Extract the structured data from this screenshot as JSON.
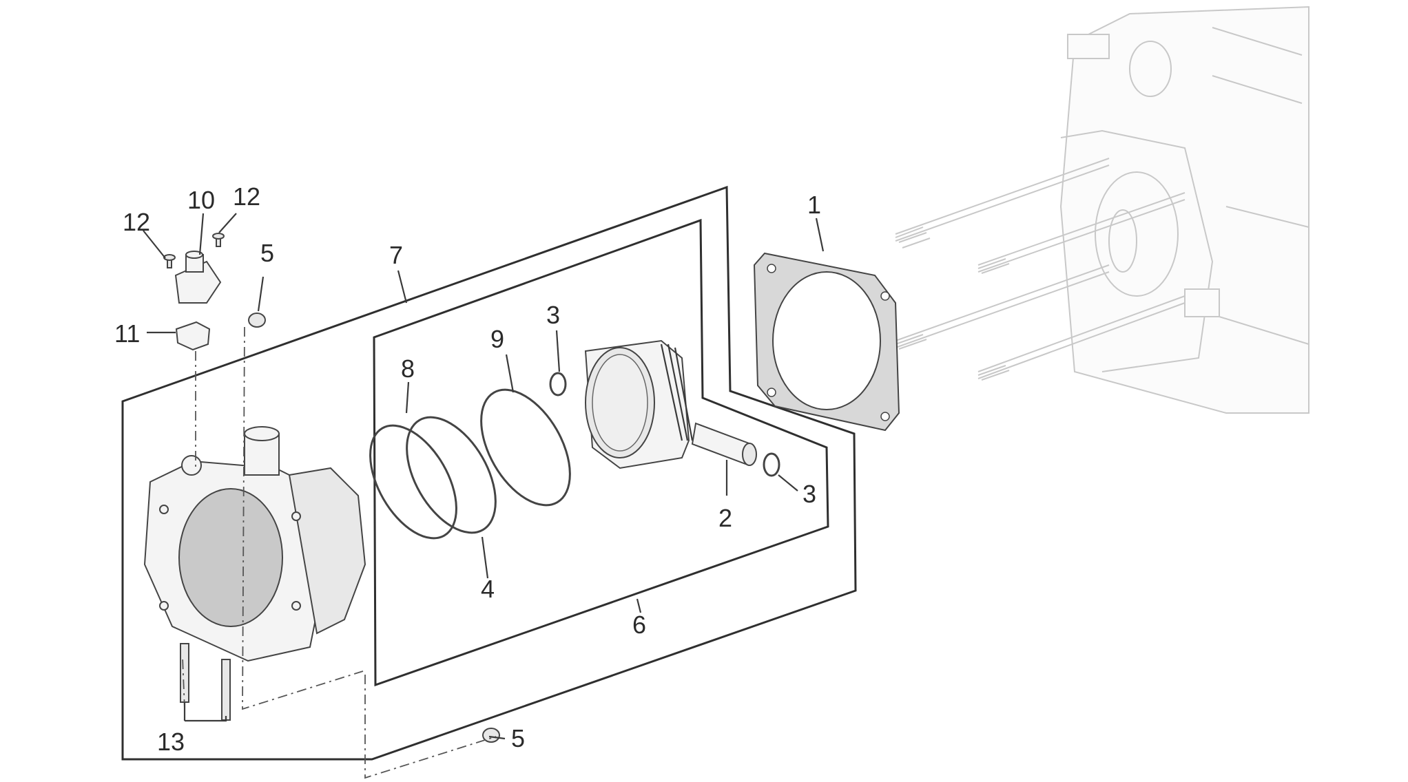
{
  "callouts": {
    "c1": "1",
    "c2": "2",
    "c3a": "3",
    "c3b": "3",
    "c4": "4",
    "c5a": "5",
    "c5b": "5",
    "c6": "6",
    "c7": "7",
    "c8": "8",
    "c9": "9",
    "c10": "10",
    "c11": "11",
    "c12a": "12",
    "c12b": "12",
    "c13": "13"
  },
  "colors": {
    "line": "#3a3a3a",
    "ghost": "#c8c8c8",
    "background": "#ffffff"
  }
}
